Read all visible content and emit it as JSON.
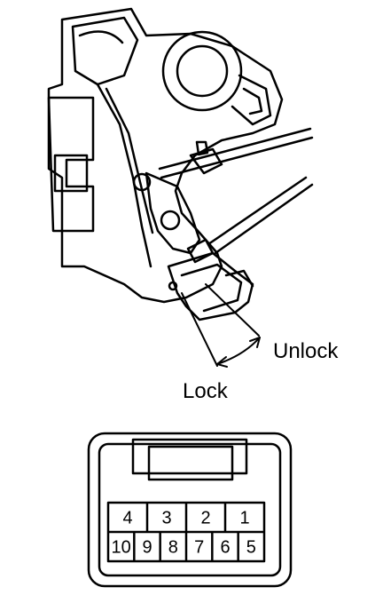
{
  "labels": {
    "unlock": "Unlock",
    "lock": "Lock"
  },
  "connector": {
    "top_row": [
      "4",
      "3",
      "2",
      "1"
    ],
    "bottom_row": [
      "10",
      "9",
      "8",
      "7",
      "6",
      "5"
    ]
  },
  "colors": {
    "ink": "#000000",
    "paper": "#ffffff"
  }
}
